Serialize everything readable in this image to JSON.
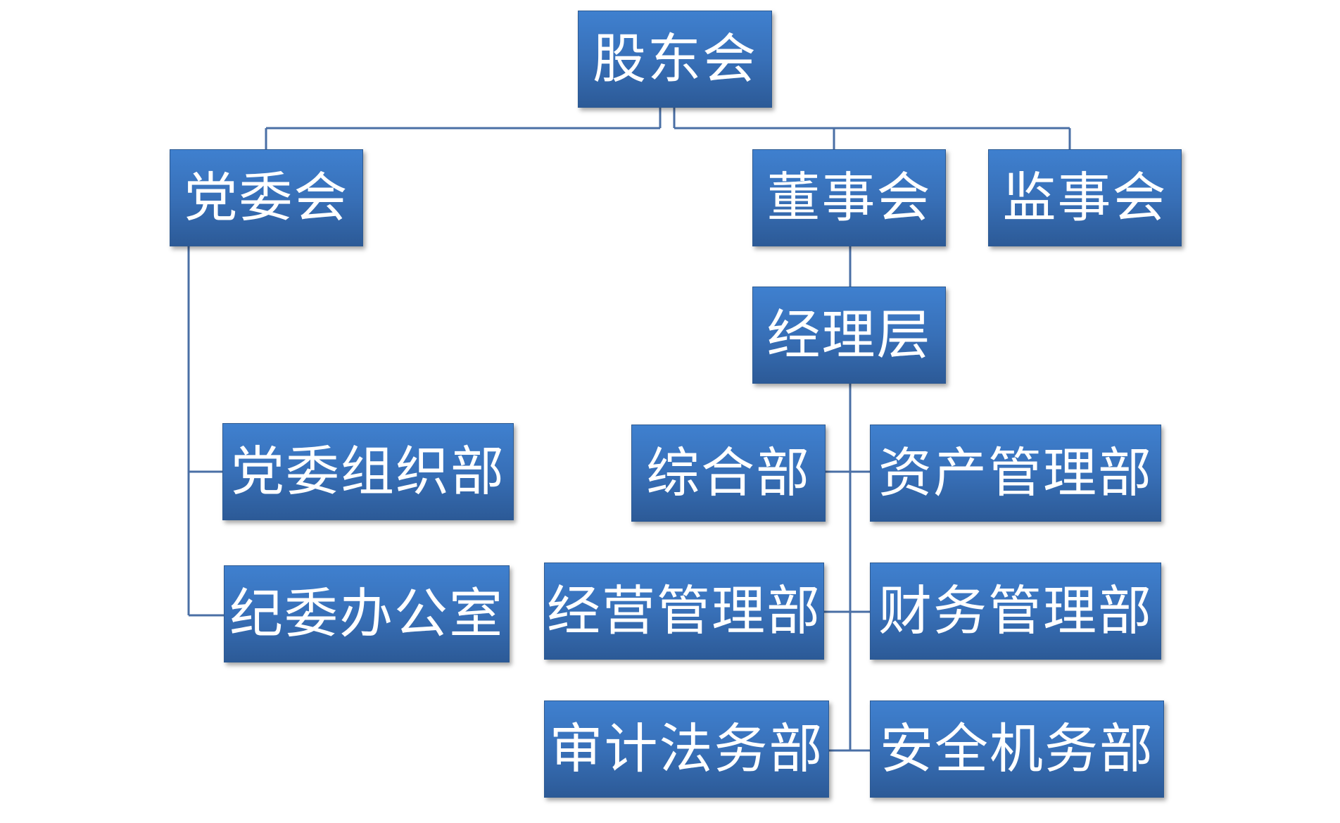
{
  "org_chart": {
    "shareholders": "股东会",
    "party_committee": "党委会",
    "board_of_directors": "董事会",
    "supervisory_board": "监事会",
    "management": "经理层",
    "party_organization_dept": "党委组织部",
    "discipline_office": "纪委办公室",
    "general_dept": "综合部",
    "asset_management_dept": "资产管理部",
    "operations_management_dept": "经营管理部",
    "finance_management_dept": "财务管理部",
    "audit_legal_dept": "审计法务部",
    "safety_maintenance_dept": "安全机务部"
  },
  "colors": {
    "box_top": "#3f80cf",
    "box_bottom": "#2c5a97",
    "connector": "#4a6fa5",
    "text": "#ffffff"
  }
}
